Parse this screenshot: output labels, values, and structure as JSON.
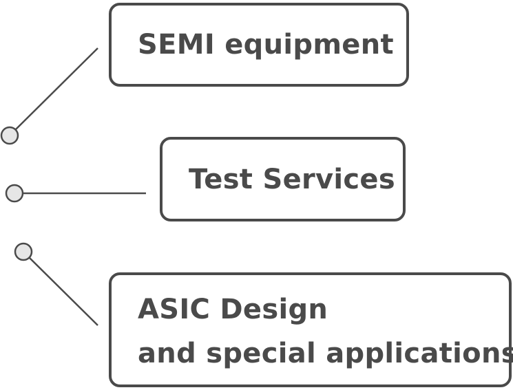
{
  "items": [
    {
      "label": "SEMI equipment"
    },
    {
      "label": "Test Services"
    },
    {
      "lines": [
        "ASIC Design",
        "and special applications"
      ]
    }
  ],
  "colors": {
    "stroke": "#4a4a4a",
    "text": "#4a4a4a",
    "node_fill": "#e6e6e6",
    "background": "#ffffff"
  }
}
